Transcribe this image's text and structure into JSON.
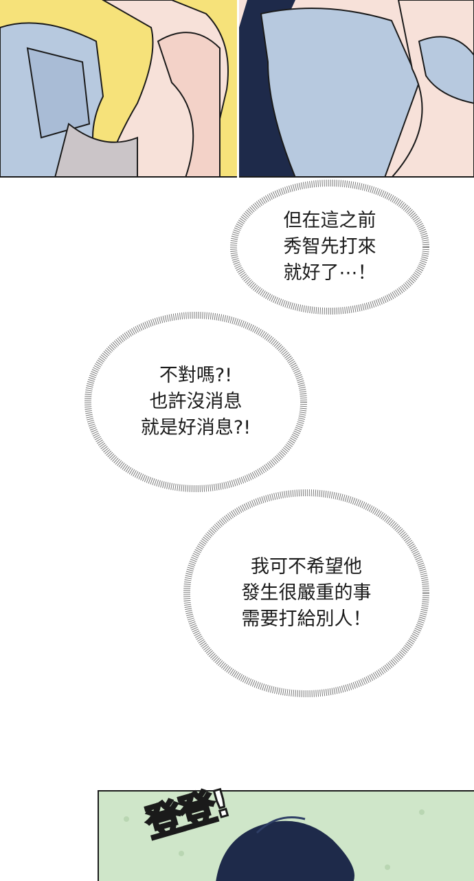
{
  "bubbles": [
    {
      "text": "但在這之前\n秀智先打來\n就好了⋯！"
    },
    {
      "text": "不對嗎?!\n也許沒消息\n就是好消息?!"
    },
    {
      "text": "我可不希望他\n發生很嚴重的事\n需要打給別人！"
    }
  ],
  "sfx": {
    "text": "登登!"
  },
  "colors": {
    "shirt": "#b7c9df",
    "skin": "#f7e1d9",
    "hair": "#1e2a4a",
    "bg_green": "#cfe6c9",
    "ink": "#1a1a1a"
  }
}
